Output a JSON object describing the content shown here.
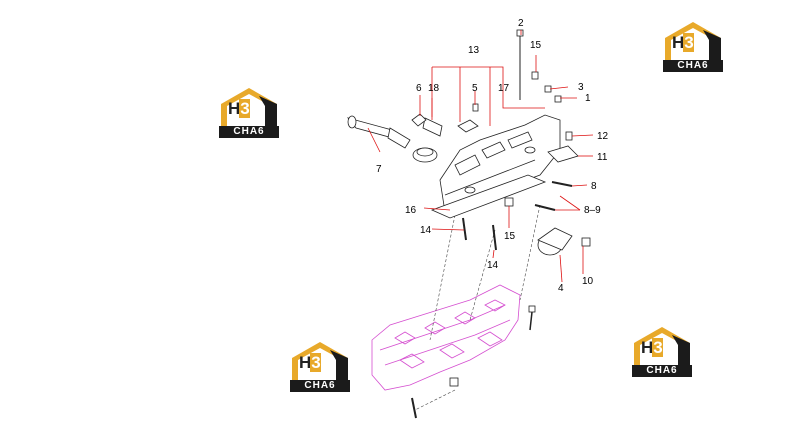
{
  "callouts": [
    "1",
    "2",
    "3",
    "4",
    "5",
    "6",
    "7",
    "8",
    "8–9",
    "10",
    "11",
    "12",
    "13",
    "14",
    "14",
    "15",
    "15",
    "16",
    "17",
    "18"
  ],
  "logo": {
    "mark": "H3",
    "mark_letter": "H",
    "mark_digit": "3",
    "band": "CHA6",
    "accent": "#e8a92a",
    "dark": "#1b1b1b"
  },
  "colors": {
    "leader": "#d11111",
    "ghost_part": "#d54fd0",
    "part_outline": "#222222"
  }
}
